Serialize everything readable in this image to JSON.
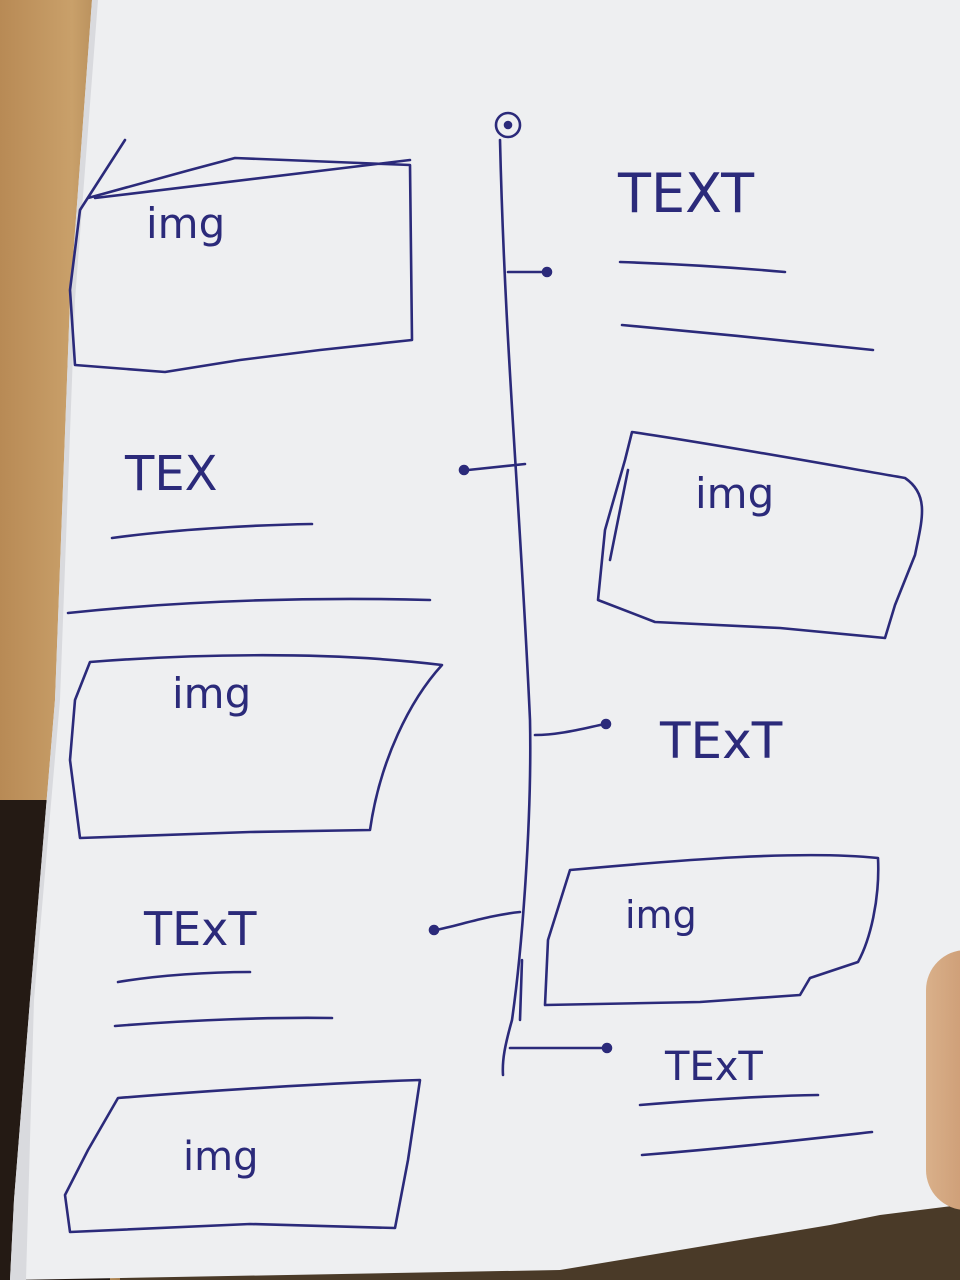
{
  "colors": {
    "ink": "#2b2a7a",
    "paper": "#eeeff1",
    "paper_shadow": "#d9dade",
    "wood": "#c49a66"
  },
  "left_column": [
    {
      "kind": "img",
      "label": "img"
    },
    {
      "kind": "text",
      "label": "TEX"
    },
    {
      "kind": "img",
      "label": "img"
    },
    {
      "kind": "text",
      "label": "TExT"
    },
    {
      "kind": "img",
      "label": "img"
    }
  ],
  "right_column": [
    {
      "kind": "text",
      "label": "TEXT"
    },
    {
      "kind": "img",
      "label": "img"
    },
    {
      "kind": "text",
      "label": "TExT"
    },
    {
      "kind": "img",
      "label": "img"
    },
    {
      "kind": "text",
      "label": "TExT"
    }
  ]
}
